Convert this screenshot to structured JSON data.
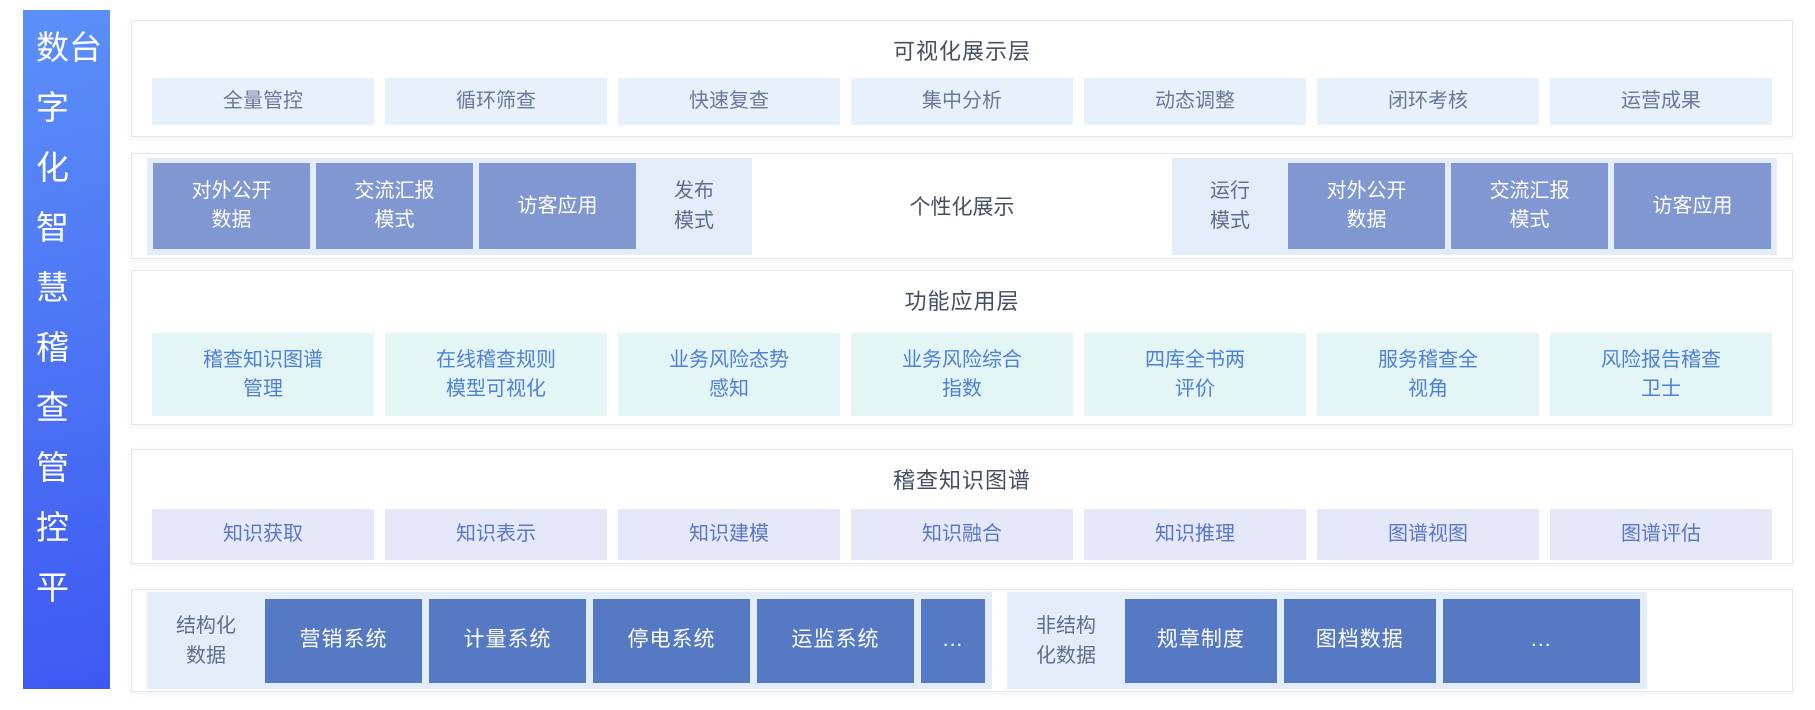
{
  "platform": {
    "title": "数字化智慧稽查管控平台"
  },
  "layers": {
    "visualization": {
      "title": "可视化展示层",
      "items": [
        "全量管控",
        "循环筛查",
        "快速复查",
        "集中分析",
        "动态调整",
        "闭环考核",
        "运营成果"
      ]
    },
    "display_modes": {
      "publish_group": {
        "boxes": [
          "对外公开\n数据",
          "交流汇报\n模式",
          "访客应用"
        ],
        "label": "发布\n模式"
      },
      "center_label": "个性化展示",
      "run_group": {
        "label": "运行\n模式",
        "boxes": [
          "对外公开\n数据",
          "交流汇报\n模式",
          "访客应用"
        ]
      }
    },
    "function": {
      "title": "功能应用层",
      "items": [
        "稽查知识图谱\n管理",
        "在线稽查规则\n模型可视化",
        "业务风险态势\n感知",
        "业务风险综合\n指数",
        "四库全书两\n评价",
        "服务稽查全\n视角",
        "风险报告稽查\n卫士"
      ]
    },
    "knowledge_graph": {
      "title": "稽查知识图谱",
      "items": [
        "知识获取",
        "知识表示",
        "知识建模",
        "知识融合",
        "知识推理",
        "图谱视图",
        "图谱评估"
      ]
    },
    "data_sources": {
      "structured": {
        "label": "结构化\n数据",
        "boxes": [
          "营销系统",
          "计量系统",
          "停电系统",
          "运监系统",
          "..."
        ]
      },
      "unstructured": {
        "label": "非结构\n化数据",
        "boxes": [
          "规章制度",
          "图档数据",
          "..."
        ]
      }
    }
  },
  "colors": {
    "sidebar_from": "#5C90F8",
    "sidebar_to": "#3D58F2",
    "border": "#e4e8ee",
    "box_light": "#e7f1fb",
    "box_group": "#e2edf9",
    "box_mode": "#8097d2",
    "box_dark": "#5679c4",
    "box_mint": "#e3f5f4",
    "box_lavender": "#e5e8f9",
    "title_color": "#454f63",
    "text_muted": "#68789b",
    "text_blue": "#4e80d8",
    "text_periwinkle": "#5b76c8",
    "label_color": "#5f6e8c"
  }
}
